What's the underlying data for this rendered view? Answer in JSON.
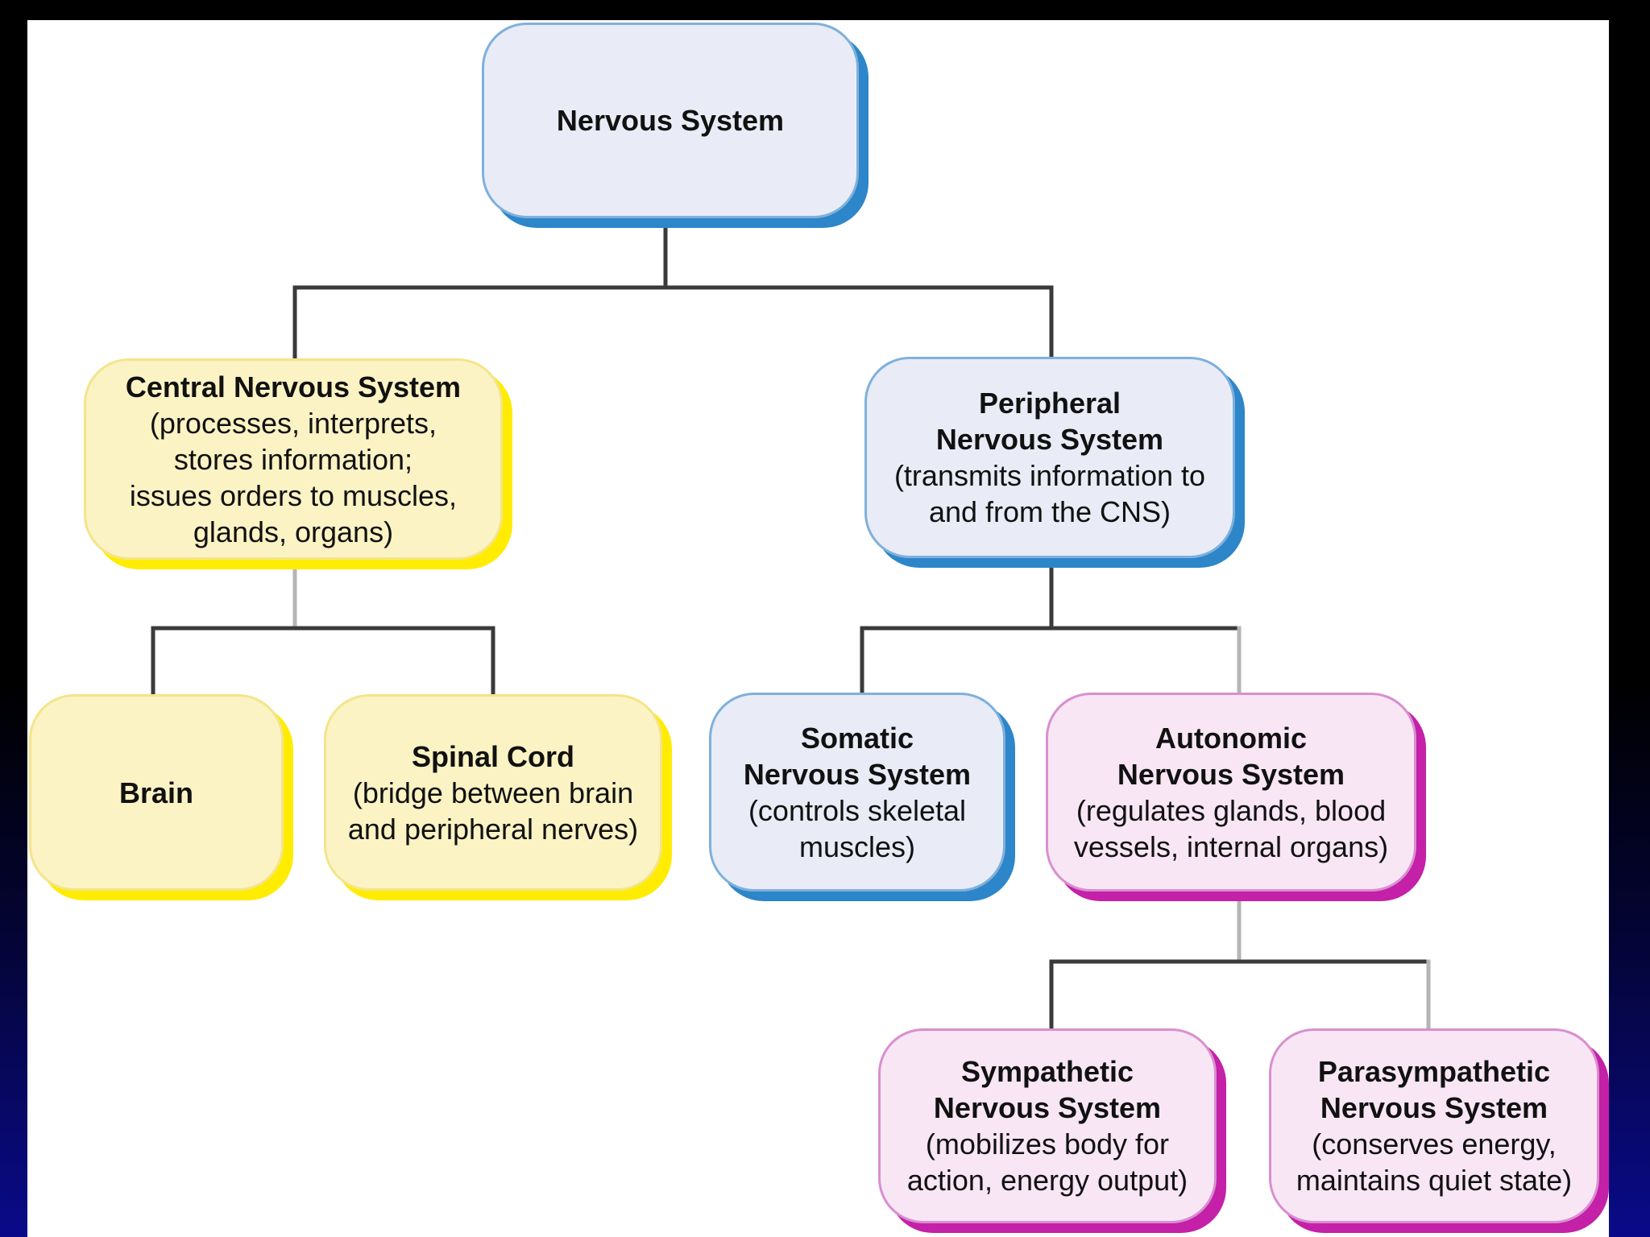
{
  "diagram": {
    "nodes": [
      {
        "id": "nervous-system",
        "title": "Nervous System",
        "desc": ""
      },
      {
        "id": "central-nervous-system",
        "title": "Central Nervous System",
        "desc": "(processes, interprets,\nstores information;\nissues orders to muscles,\nglands, organs)"
      },
      {
        "id": "peripheral-nervous-system",
        "title": "Peripheral\nNervous System",
        "desc": "(transmits information to\nand from the CNS)"
      },
      {
        "id": "brain",
        "title": "Brain",
        "desc": ""
      },
      {
        "id": "spinal-cord",
        "title": "Spinal Cord",
        "desc": "(bridge between brain\nand peripheral nerves)"
      },
      {
        "id": "somatic-nervous-system",
        "title": "Somatic\nNervous System",
        "desc": "(controls skeletal\nmuscles)"
      },
      {
        "id": "autonomic-nervous-system",
        "title": "Autonomic\nNervous System",
        "desc": "(regulates glands, blood\nvessels, internal organs)"
      },
      {
        "id": "sympathetic-nervous-system",
        "title": "Sympathetic\nNervous System",
        "desc": "(mobilizes body for\naction, energy output)"
      },
      {
        "id": "parasympathetic-nervous-system",
        "title": "Parasympathetic\nNervous System",
        "desc": "(conserves energy,\nmaintains quiet state)"
      }
    ],
    "edges": [
      {
        "from": "nervous-system",
        "to": "central-nervous-system"
      },
      {
        "from": "nervous-system",
        "to": "peripheral-nervous-system"
      },
      {
        "from": "central-nervous-system",
        "to": "brain"
      },
      {
        "from": "central-nervous-system",
        "to": "spinal-cord"
      },
      {
        "from": "peripheral-nervous-system",
        "to": "somatic-nervous-system"
      },
      {
        "from": "peripheral-nervous-system",
        "to": "autonomic-nervous-system"
      },
      {
        "from": "autonomic-nervous-system",
        "to": "sympathetic-nervous-system"
      },
      {
        "from": "autonomic-nervous-system",
        "to": "parasympathetic-nervous-system"
      }
    ],
    "colors": {
      "blue_fill": "#e9ecf6",
      "blue_shadow": "#2d86c9",
      "yellow_fill": "#fcf3c4",
      "yellow_shadow": "#ffec00",
      "pink_fill": "#f8e6f5",
      "pink_shadow": "#c420a8",
      "connector_dark": "#3a3a3a",
      "connector_light": "#b5b5b5"
    }
  }
}
